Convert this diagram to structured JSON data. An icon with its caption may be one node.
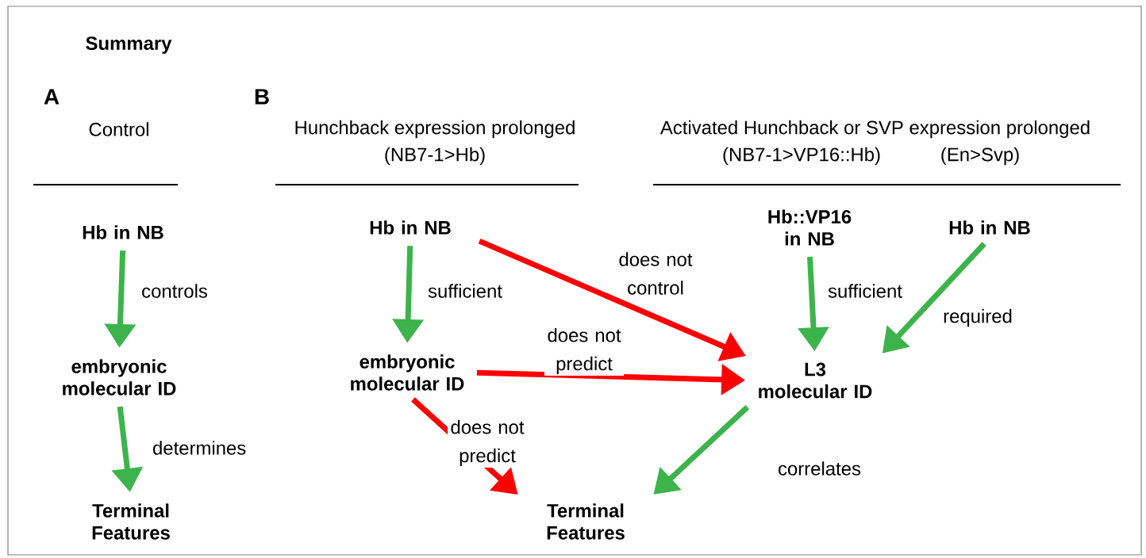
{
  "diagram": {
    "title": "Summary",
    "nodes": [
      {
        "text": [
          "Hb in NB"
        ]
      },
      {
        "text": [
          "embryonic molecular ID"
        ]
      },
      {
        "text": [
          "Terminal Features"
        ]
      },
      {
        "text": [
          "Hb in NB"
        ]
      },
      {
        "text": [
          "embryonic molecular ID"
        ]
      },
      {
        "text": [
          "Hb::VP16 in NB"
        ]
      },
      {
        "text": [
          "Hb in NB"
        ]
      },
      {
        "text": [
          "L3 molecular ID"
        ]
      },
      {
        "text": [
          "Terminal Features"
        ]
      }
    ],
    "edges": [
      {
        "from": 0,
        "to": 1,
        "arrow": "to",
        "label": "controls"
      },
      {
        "from": 1,
        "to": 2,
        "arrow": "to",
        "label": "determines"
      },
      {
        "from": 3,
        "to": 4,
        "arrow": "to",
        "label": "sufficient"
      },
      {
        "from": 3,
        "to": 7,
        "arrow": "to",
        "label": "does not control",
        "color": "#ff0000"
      },
      {
        "from": 4,
        "to": 7,
        "arrow": "to",
        "label": "does not predict",
        "color": "#ff0000"
      },
      {
        "from": 4,
        "to": 8,
        "arrow": "to",
        "label": "does not predict",
        "color": "#ff0000"
      },
      {
        "from": 5,
        "to": 7,
        "arrow": "to",
        "label": "sufficient"
      },
      {
        "from": 6,
        "to": 7,
        "arrow": "to",
        "label": "required"
      },
      {
        "from": 7,
        "to": 8,
        "arrow": "to",
        "label": "correlates"
      }
    ],
    "labels": [
      "A",
      "B",
      "Control",
      "Hunchback expression prolonged",
      "(NB7-1>Hb)",
      "Activated Hunchback or SVP expression prolonged",
      "(NB7-1>VP16::Hb)",
      "(En>Svp)"
    ]
  }
}
